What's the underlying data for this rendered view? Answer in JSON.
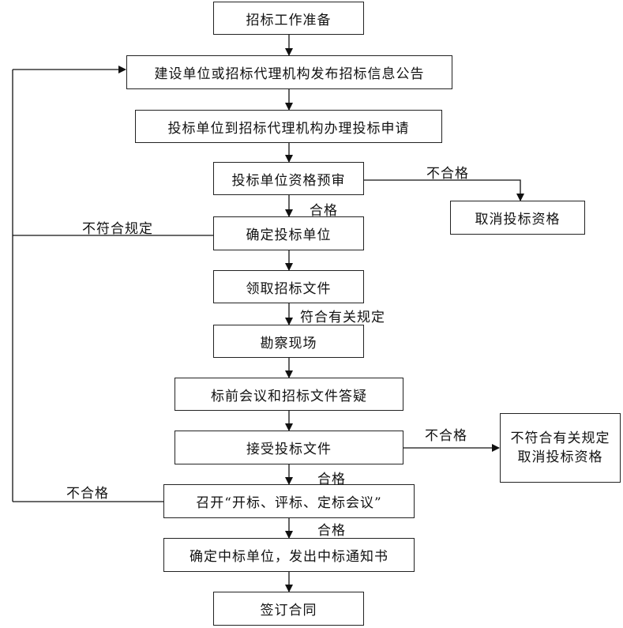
{
  "nodes": {
    "prep": "招标工作准备",
    "publish": "建设单位或招标代理机构发布招标信息公告",
    "apply": "投标单位到招标代理机构办理投标申请",
    "prequal": "投标单位资格预审",
    "cancel": "取消投标资格",
    "confirm_bidder": "确定投标单位",
    "get_docs": "领取招标文件",
    "site_visit": "勘察现场",
    "pre_meeting": "标前会议和招标文件答疑",
    "accept_docs": "接受投标文件",
    "noncompliant_line1": "不符合有关规定",
    "noncompliant_line2": "取消投标资格",
    "meeting": "召开“开标、评标、定标会议”",
    "award": "确定中标单位，发出中标通知书",
    "contract": "签订合同"
  },
  "labels": {
    "fail_prequal": "不合格",
    "pass_prequal": "合格",
    "not_compliant": "不符合规定",
    "compliant": "符合有关规定",
    "fail_accept": "不合格",
    "pass_accept": "合格",
    "fail_meeting": "不合格",
    "pass_meeting": "合格"
  }
}
